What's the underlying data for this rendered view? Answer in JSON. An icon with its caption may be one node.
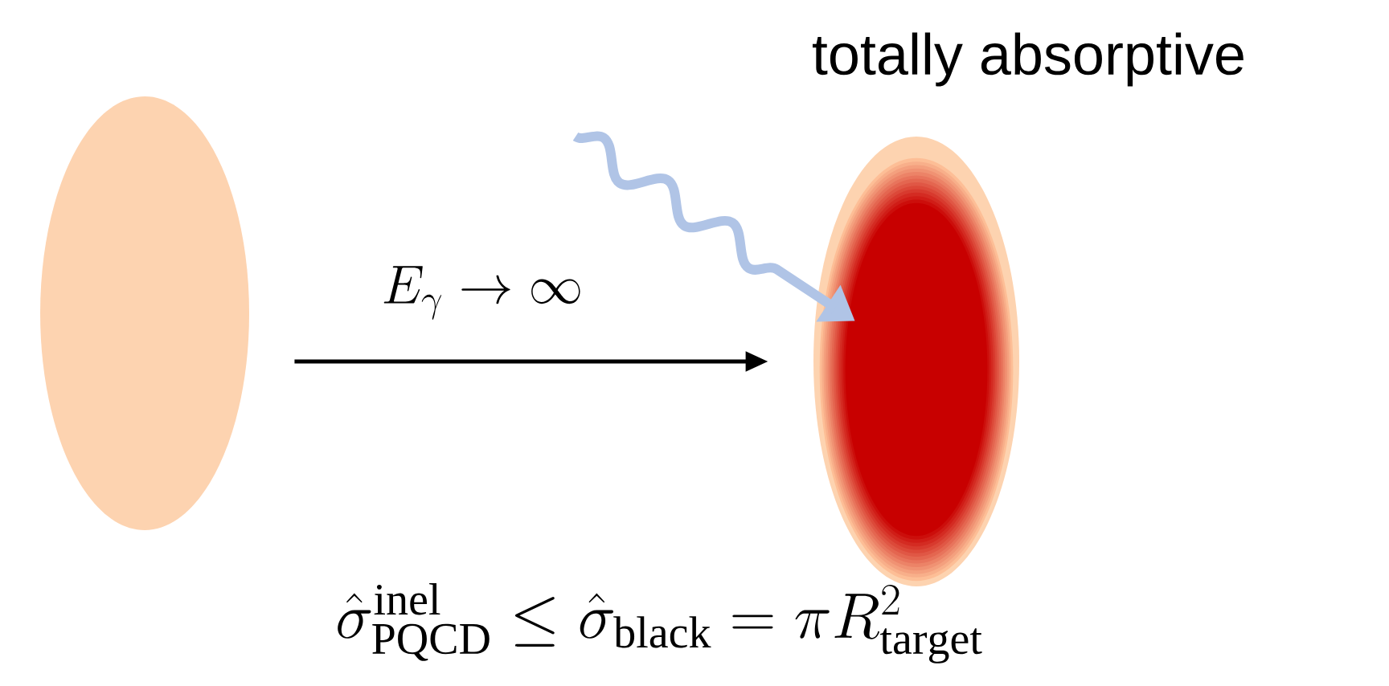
{
  "diagram": {
    "nodes": [
      {
        "text": [],
        "shape": "ellipse"
      },
      {
        "text": [],
        "shape": "ellipse",
        "beside": [
          "totally absorptive"
        ]
      }
    ],
    "edges": [
      {
        "from": 0,
        "to": 1,
        "arrow": "to",
        "label": "E_\\gamma \\to \\infty"
      },
      {
        "from": null,
        "to": 1,
        "arrow": "to",
        "color": "#b0c4e6",
        "style": "thick"
      }
    ],
    "labels": [
      "\\hat{\\sigma}^{\\mathrm{inel}}_{\\mathrm{PQCD}} \\le \\hat{\\sigma}_{\\mathrm{black}} = \\pi R^2_{\\mathrm{target}}"
    ]
  }
}
